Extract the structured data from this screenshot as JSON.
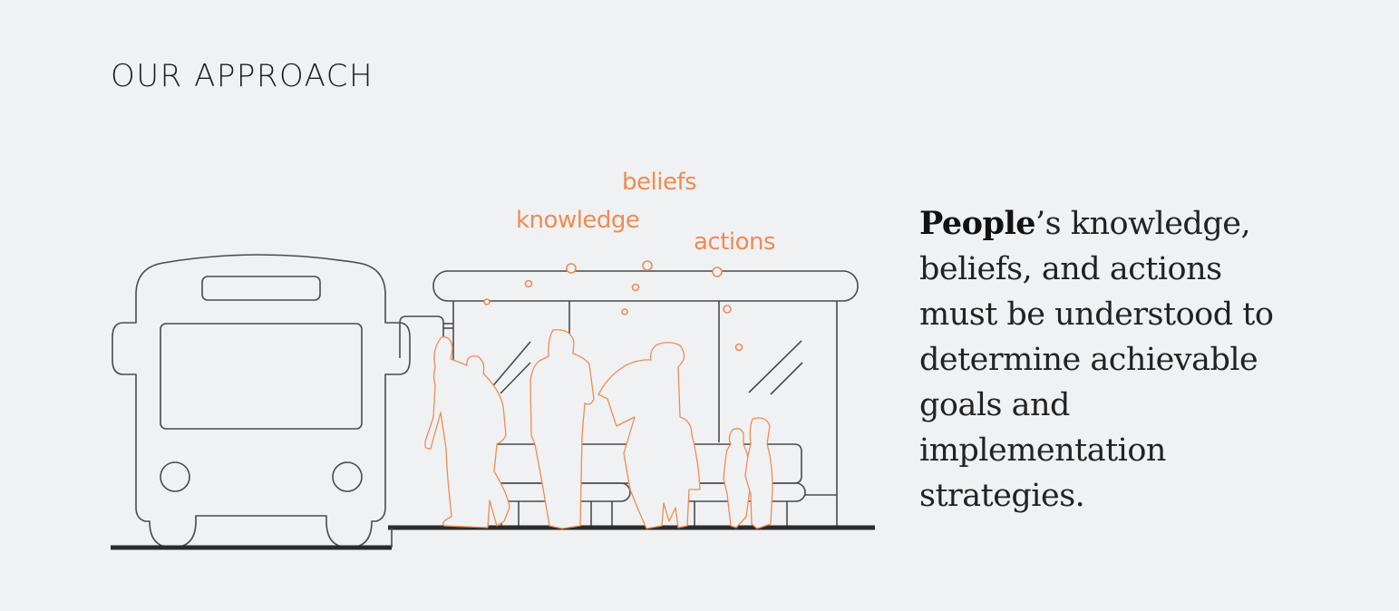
{
  "page": {
    "title": "OUR APPROACH"
  },
  "illustration": {
    "labels": {
      "beliefs": "beliefs",
      "knowledge": "knowledge",
      "actions": "actions"
    },
    "elements": [
      "bus-front",
      "bus-shelter",
      "bench",
      "people-silhouettes",
      "thought-bubbles"
    ],
    "colors": {
      "line": "#4a4a4a",
      "accent": "#ed8c52",
      "background": "#f0f1f3"
    }
  },
  "description": {
    "emphasis": "People",
    "rest": "’s knowledge, beliefs, and actions must be understood to determine achievable goals and implementation strategies."
  }
}
